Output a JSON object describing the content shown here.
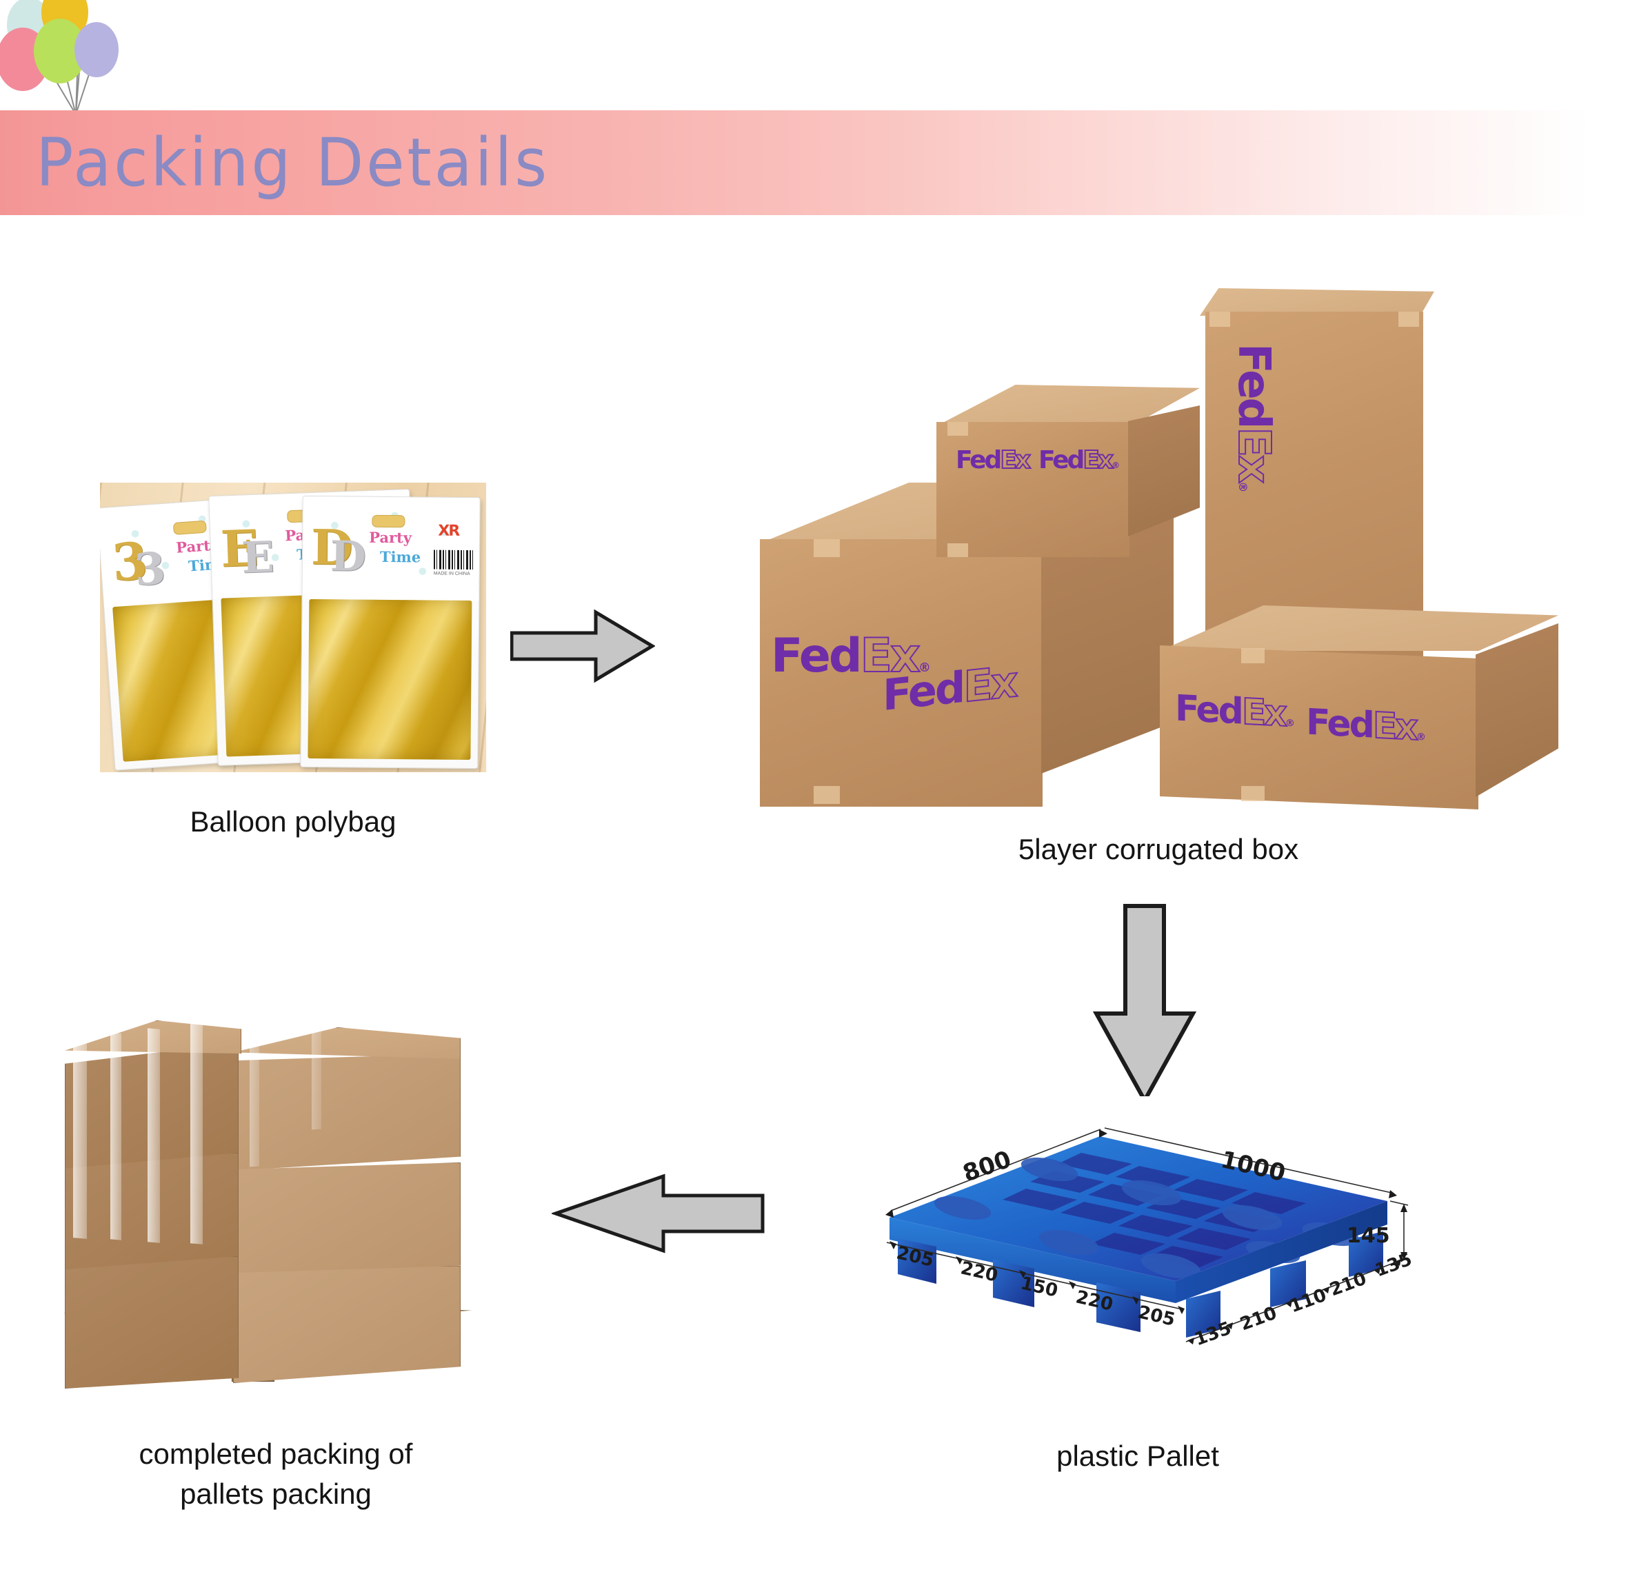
{
  "page": {
    "title": "Packing Details",
    "background_color": "#ffffff"
  },
  "header": {
    "title": "Packing Details",
    "title_color": "#8a8ac4",
    "band_color_left": "#f39595",
    "band_color_right": "#ffffff",
    "balloons": [
      {
        "name": "balloon-blue",
        "color": "#cfe8e6"
      },
      {
        "name": "balloon-yellow",
        "color": "#edc024"
      },
      {
        "name": "balloon-pink",
        "color": "#f28a9a"
      },
      {
        "name": "balloon-green",
        "color": "#b9e05a"
      },
      {
        "name": "balloon-purple",
        "color": "#b6b3e0"
      }
    ],
    "string_color": "#8c8c8c"
  },
  "flow": {
    "steps": [
      {
        "id": "polybag",
        "caption": "Balloon polybag",
        "image_alt": "Three clear polybags each containing a gold foil letter balloon"
      },
      {
        "id": "carton",
        "caption": "5layer corrugated box",
        "image_alt": "Four brown FedEx corrugated shipping cartons stacked"
      },
      {
        "id": "pallet",
        "caption": "plastic Pallet",
        "image_alt": "Blue plastic pallet shown in isometric view with dimensions"
      },
      {
        "id": "completed",
        "caption": "completed packing of\npallets packing",
        "image_alt": "Cardboard cartons stretch-wrapped and stacked on a wooden pallet"
      }
    ],
    "arrows": [
      {
        "name": "arrow-right-polybag-to-carton",
        "direction": "right",
        "color": "#c6c6c6",
        "outline": "#1c1c1c"
      },
      {
        "name": "arrow-down-carton-to-pallet",
        "direction": "down",
        "color": "#c6c6c6",
        "outline": "#1c1c1c"
      },
      {
        "name": "arrow-left-pallet-to-completed",
        "direction": "left",
        "color": "#c6c6c6",
        "outline": "#1c1c1c"
      }
    ]
  },
  "polybag_photo": {
    "brand_text": "Party",
    "brand_text2": "Time",
    "origin_text": "MADE IN CHINA",
    "bags": [
      {
        "letter": "3",
        "shadow_letter": "3"
      },
      {
        "letter": "E",
        "shadow_letter": "E"
      },
      {
        "letter": "D",
        "shadow_letter": "D"
      }
    ]
  },
  "carton_photo": {
    "logo_text_fed": "Fed",
    "logo_text_ex": "Ex",
    "registered_mark": "®",
    "box_color": "#c29365",
    "logo_color": "#6f2da8",
    "boxes": [
      {
        "name": "box-small-top",
        "logos": 2
      },
      {
        "name": "box-large-left",
        "logos": 2
      },
      {
        "name": "box-tall-right",
        "logos": 1
      },
      {
        "name": "box-lower-right",
        "logos": 2
      }
    ]
  },
  "pallet_diagram": {
    "body_color": "#1f6fd0",
    "deck_color": "#3a2fa8",
    "dimensions": {
      "width_left": "800",
      "length_right": "1000",
      "height": "145",
      "front_segments": [
        "205",
        "220",
        "150",
        "220",
        "205"
      ],
      "side_segments": [
        "135",
        "210",
        "110",
        "210",
        "135"
      ]
    },
    "unit": "mm"
  },
  "stack_photo": {
    "rows": 3,
    "columns": 2,
    "wrap": "stretch film",
    "pallet_material": "wood"
  }
}
